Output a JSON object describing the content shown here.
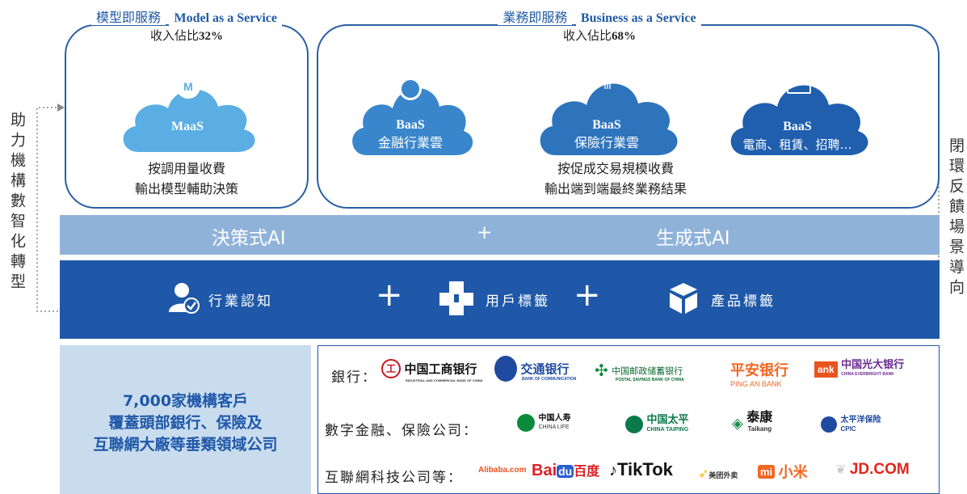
{
  "side_labels": {
    "left": "助力機構數智化轉型",
    "right": "閉環反饋場景導向"
  },
  "maas": {
    "title_cn": "模型即服務",
    "title_en": "Model as a Service",
    "revenue_prefix": "收入佔比",
    "revenue_value": "32%",
    "cloud_title": "MaaS",
    "desc_line1": "按調用量收費",
    "desc_line2": "輸出模型輔助決策"
  },
  "baas": {
    "title_cn": "業務即服務",
    "title_en": "Business as a Service",
    "revenue_prefix": "收入佔比",
    "revenue_value": "68%",
    "clouds": [
      {
        "title": "BaaS",
        "subtitle": "金融行業雲"
      },
      {
        "title": "BaaS",
        "subtitle": "保險行業雲"
      },
      {
        "title": "BaaS",
        "subtitle": "電商、租賃、招聘…"
      }
    ],
    "desc_line1": "按促成交易規模收費",
    "desc_line2": "輸出端到端最終業務結果"
  },
  "ai_bar": {
    "left": "決策式AI",
    "plus": "+",
    "right": "生成式AI"
  },
  "tag_bar": {
    "item1": "行業認知",
    "plus1": "+",
    "item2": "用戶標籤",
    "plus2": "+",
    "item3": "產品標籤"
  },
  "clients": {
    "line1": "7,000家機構客戶",
    "line2": "覆蓋頭部銀行、保險及",
    "line3": "互聯網大廠等垂類領域公司"
  },
  "partners": {
    "banks_label": "銀行：",
    "banks": [
      {
        "name": "中国工商银行",
        "sub": "INDUSTRIAL AND COMMERCIAL BANK OF CHINA"
      },
      {
        "name": "交通银行",
        "sub": "BANK OF COMMUNICATION"
      },
      {
        "name": "中国邮政储蓄银行",
        "sub": "POSTAL SAVINGS BANK OF CHINA"
      },
      {
        "name": "平安银行",
        "sub": "PING AN BANK"
      },
      {
        "name": "中国光大银行",
        "sub": "CHINA EVERBRIGHT BANK"
      }
    ],
    "insurance_label": "數字金融、保險公司：",
    "insurers": [
      {
        "name": "中国人寿",
        "sub": "CHINA LIFE"
      },
      {
        "name": "中国太平",
        "sub": "CHINA TAIPING"
      },
      {
        "name": "泰康",
        "sub": "Taikang"
      },
      {
        "name": "太平洋保险",
        "sub": "CPIC"
      }
    ],
    "internet_label": "互聯網科技公司等：",
    "internet": [
      {
        "name": "Alibaba.com"
      },
      {
        "name": "Bai",
        "name2": "du",
        "name3": "百度"
      },
      {
        "name": "TikTok"
      },
      {
        "name": "美团外卖"
      },
      {
        "name": "小米"
      },
      {
        "name": "JD.COM"
      }
    ]
  },
  "colors": {
    "dark_blue": "#1f58a8",
    "light_bar": "#8fb2d9",
    "cloud_light": "#5aaee3",
    "cloud_mid": "#3a86cc",
    "cloud_dark": "#1f5fae",
    "panel_bg": "#c9dcee"
  }
}
